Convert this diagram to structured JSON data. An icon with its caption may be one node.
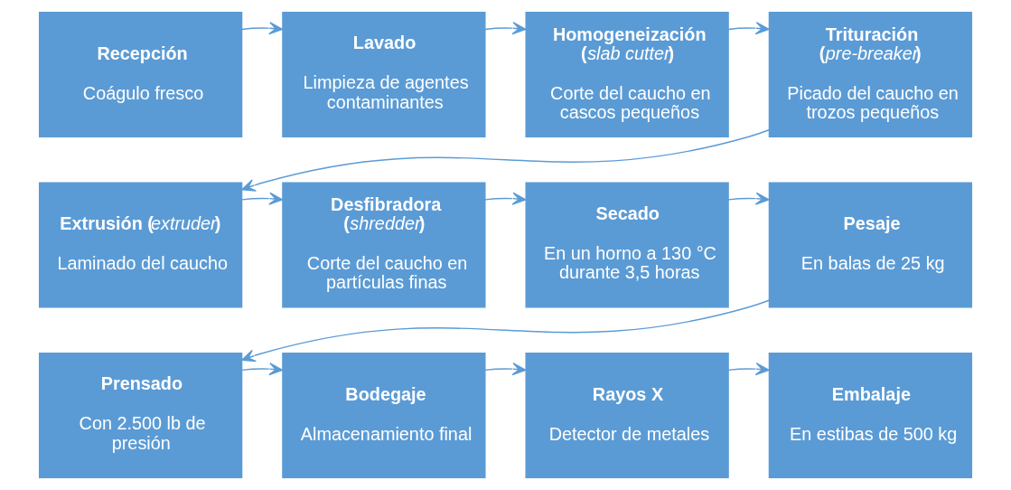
{
  "diagram": {
    "nodes": [
      {
        "text": [
          "Recepción",
          "Coágulo fresco"
        ]
      },
      {
        "text": [
          "Lavado",
          "Limpieza de agentes contaminantes"
        ]
      },
      {
        "text": [
          "Homogeneización (*slab cutter*)",
          "Corte del caucho en cascos pequeños"
        ]
      },
      {
        "text": [
          "Trituración (*pre-breaker*)",
          "Picado del caucho en trozos pequeños"
        ]
      },
      {
        "text": [
          "Extrusión (*extruder*)",
          "Laminado del caucho"
        ]
      },
      {
        "text": [
          "Desfibradora (*shredder*)",
          "Corte del caucho en partículas finas"
        ]
      },
      {
        "text": [
          "Secado",
          "En un horno a 130 °C durante 3,5 horas"
        ]
      },
      {
        "text": [
          "Pesaje",
          "En balas de 25 kg"
        ]
      },
      {
        "text": [
          "Prensado",
          "Con 2.500 lb de presión"
        ]
      },
      {
        "text": [
          "Bodegaje",
          "Almacenamiento final"
        ]
      },
      {
        "text": [
          "Rayos X",
          "Detector de metales"
        ]
      },
      {
        "text": [
          "Embalaje",
          "En estibas de 500 kg"
        ]
      }
    ],
    "edges": [
      {
        "from": 0,
        "to": 1,
        "arrow": "to"
      },
      {
        "from": 1,
        "to": 2,
        "arrow": "to"
      },
      {
        "from": 2,
        "to": 3,
        "arrow": "to"
      },
      {
        "from": 3,
        "to": 4,
        "arrow": "to"
      },
      {
        "from": 4,
        "to": 5,
        "arrow": "to"
      },
      {
        "from": 5,
        "to": 6,
        "arrow": "to"
      },
      {
        "from": 6,
        "to": 7,
        "arrow": "to"
      },
      {
        "from": 7,
        "to": 8,
        "arrow": "to"
      },
      {
        "from": 8,
        "to": 9,
        "arrow": "to"
      },
      {
        "from": 9,
        "to": 10,
        "arrow": "to"
      },
      {
        "from": 10,
        "to": 11,
        "arrow": "to"
      }
    ]
  }
}
